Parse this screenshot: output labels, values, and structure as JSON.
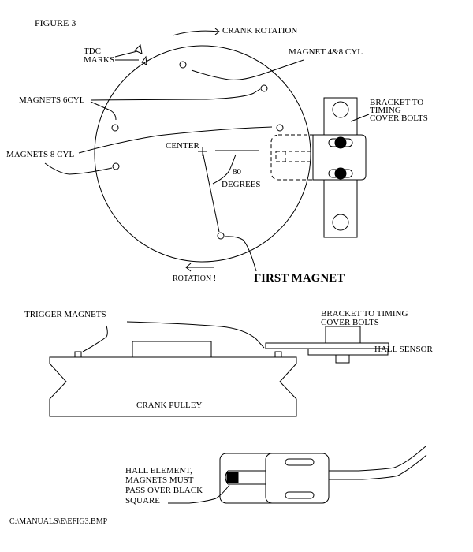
{
  "figure_title": "FIGURE 3",
  "top_view": {
    "crank_rotation": "CRANK ROTATION",
    "tdc_marks": [
      "TDC",
      "MARKS"
    ],
    "magnet_4_8": "MAGNET 4&8 CYL",
    "magnets_6cyl": "MAGNETS 6CYL",
    "magnets_8cyl": "MAGNETS 8 CYL",
    "center": "CENTER",
    "angle_value": "80",
    "angle_unit": "DEGREES",
    "bracket": [
      "BRACKET TO",
      "TIMING",
      "COVER BOLTS"
    ],
    "rotation": "ROTATION !",
    "first_magnet": "FIRST MAGNET"
  },
  "side_view": {
    "trigger_magnets": "TRIGGER MAGNETS",
    "bracket": [
      "BRACKET TO TIMING",
      "COVER BOLTS"
    ],
    "hall_sensor": "HALL SENSOR",
    "crank_pulley": "CRANK PULLEY"
  },
  "sensor_view": {
    "hall_element": [
      "HALL ELEMENT,",
      "MAGNETS MUST",
      "PASS OVER BLACK",
      "SQUARE"
    ]
  },
  "file_path": "C:\\MANUALS\\E\\EFIG3.BMP"
}
